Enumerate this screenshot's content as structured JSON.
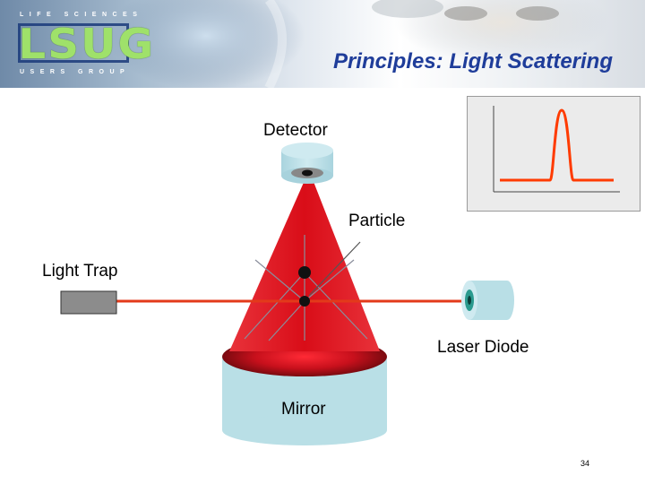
{
  "logo": {
    "top_text": "LIFE SCIENCES",
    "main_text": "LSUG",
    "bottom_text": "USERS GROUP"
  },
  "slide": {
    "title": "Principles: Light Scattering",
    "page_number": "34"
  },
  "labels": {
    "detector": "Detector",
    "particle": "Particle",
    "light_trap": "Light Trap",
    "laser_diode": "Laser Diode",
    "mirror": "Mirror"
  },
  "colors": {
    "title": "#1f3d9a",
    "beam": "#e33a1a",
    "cone": "#e0101a",
    "cylinder": "#b9dfe6",
    "signal_trace": "#ff3b00",
    "inset_background": "#ebebeb"
  },
  "inset": {
    "content": "single peak signal trace"
  }
}
